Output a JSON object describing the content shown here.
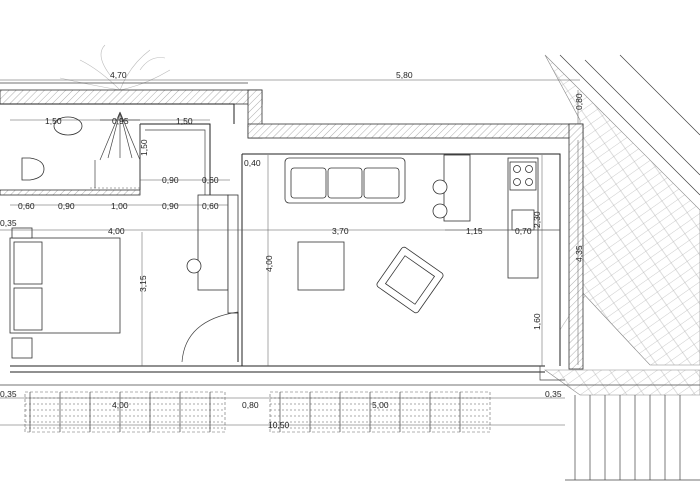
{
  "dimensions": {
    "top_left_width": "4,70",
    "top_right_width": "5,80",
    "right_top_depth": "0,80",
    "right_depth": "4,35",
    "bath_sink_width": "1,50",
    "bath_shower_width": "0,95",
    "bath_right_width": "1,50",
    "bath_depth": "1,50",
    "wardrobe_gap_a": "0,90",
    "wardrobe_gap_b": "0,60",
    "left_wall_seg": "0,60",
    "seg_090_a": "0,90",
    "seg_100": "1,00",
    "seg_090_b": "0,90",
    "seg_060": "0,60",
    "left_edge_035": "0,35",
    "bedroom_width": "4,00",
    "bedroom_depth": "3,15",
    "living_height": "4,00",
    "living_width": "3,70",
    "living_offset": "0,40",
    "kitchen_gap": "1,15",
    "kitchen_unit": "0,70",
    "kitchen_depth": "2,30",
    "right_lower": "1,60",
    "terrace_left": "0,35",
    "terrace_a": "4,00",
    "terrace_gap": "0,80",
    "terrace_b": "5,00",
    "terrace_right": "0,35",
    "total_length": "10,50"
  }
}
